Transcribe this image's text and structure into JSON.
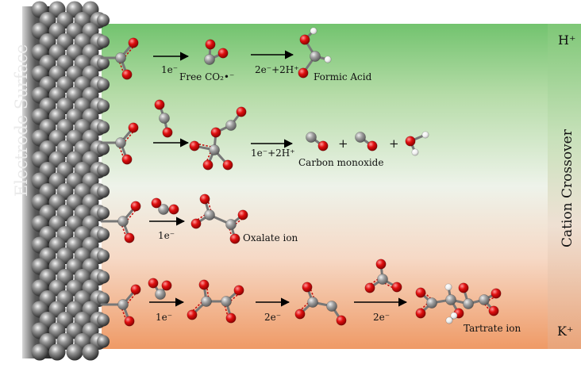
{
  "electrode_label": "Electrode Surface",
  "side_label": "Cation Crossover",
  "top_ion": "H⁺",
  "bottom_ion": "K⁺",
  "rows": [
    {
      "step_labels": [
        "1e⁻",
        "2e⁻+2H⁺"
      ],
      "species_labels": [
        "Free CO₂•⁻",
        "Formic Acid"
      ]
    },
    {
      "step_labels": [
        "1e⁻+2H⁺"
      ],
      "species_labels": [
        "Carbon monoxide"
      ],
      "plus": [
        "+",
        "+"
      ]
    },
    {
      "step_labels": [
        "1e⁻"
      ],
      "species_labels": [
        "Oxalate ion"
      ]
    },
    {
      "step_labels": [
        "1e⁻",
        "2e⁻",
        "2e⁻"
      ],
      "species_labels": [
        "Tartrate ion"
      ]
    }
  ],
  "colors": {
    "carbon": "#9a9a9a",
    "oxygen": "#e01010",
    "hydrogen": "#f2f2f2",
    "electrode_sphere": "#6e6e6e",
    "bg_top": "#72c36e",
    "bg_bottom": "#ef9a66"
  }
}
